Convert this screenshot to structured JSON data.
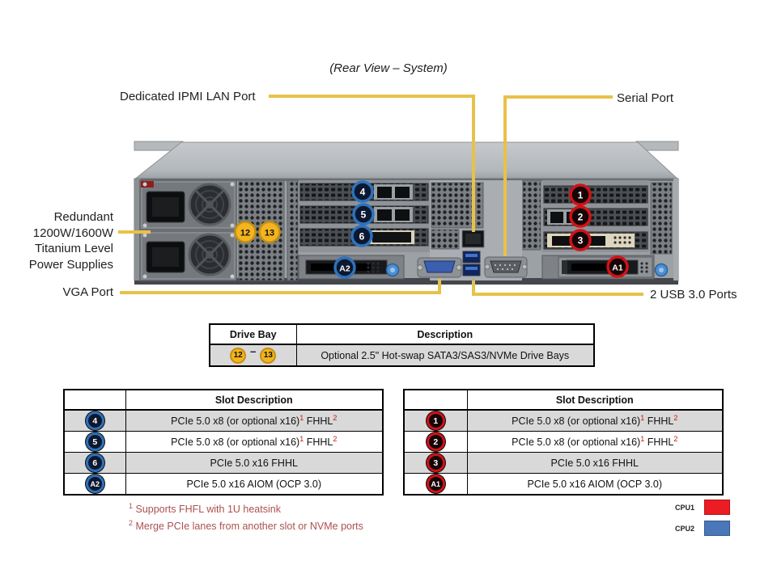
{
  "title": "(Rear View – System)",
  "labels": {
    "ipmi": "Dedicated IPMI LAN Port",
    "serial": "Serial Port",
    "psu_line1": "Redundant",
    "psu_line2": "1200W/1600W",
    "psu_line3": "Titanium Level",
    "psu_line4": "Power Supplies",
    "vga": "VGA Port",
    "usb": "2 USB 3.0 Ports"
  },
  "colors": {
    "callout_line": "#e7c24a",
    "badge_blue_ring": "#2e72ba",
    "badge_red_ring": "#cf1318",
    "badge_yellow_fill": "#f3b41f",
    "table_alt_row": "#d9d9d9",
    "footnote_text": "#ad5050",
    "cpu1": "#ec1c24",
    "cpu2": "#4a77ba"
  },
  "server_badges": {
    "slot4": "4",
    "slot5": "5",
    "slot6": "6",
    "slotA2": "A2",
    "slot1": "1",
    "slot2": "2",
    "slot3": "3",
    "slotA1": "A1",
    "bay12": "12",
    "bay13": "13"
  },
  "drive_bay_table": {
    "col1_header": "Drive Bay",
    "col2_header": "Description",
    "bay_from": "12",
    "bay_dash": "–",
    "bay_to": "13",
    "description": "Optional 2.5\" Hot-swap SATA3/SAS3/NVMe Drive Bays"
  },
  "left_table": {
    "header": "Slot Description",
    "rows": [
      {
        "slot": "4",
        "pre": "PCIe 5.0 x8 (or optional x16)",
        "sup1": "1",
        "mid": " FHHL",
        "sup2": "2"
      },
      {
        "slot": "5",
        "pre": "PCIe 5.0 x8 (or optional x16)",
        "sup1": "1",
        "mid": " FHHL",
        "sup2": "2"
      },
      {
        "slot": "6",
        "pre": "PCIe 5.0 x16 FHHL",
        "sup1": "",
        "mid": "",
        "sup2": ""
      },
      {
        "slot": "A2",
        "pre": "PCIe 5.0 x16 AIOM (OCP 3.0)",
        "sup1": "",
        "mid": "",
        "sup2": ""
      }
    ]
  },
  "right_table": {
    "header": "Slot Description",
    "rows": [
      {
        "slot": "1",
        "pre": "PCIe 5.0 x8 (or optional x16)",
        "sup1": "1",
        "mid": " FHHL",
        "sup2": "2"
      },
      {
        "slot": "2",
        "pre": "PCIe 5.0 x8 (or optional x16)",
        "sup1": "1",
        "mid": " FHHL",
        "sup2": "2"
      },
      {
        "slot": "3",
        "pre": "PCIe 5.0 x16 FHHL",
        "sup1": "",
        "mid": "",
        "sup2": ""
      },
      {
        "slot": "A1",
        "pre": "PCIe 5.0 x16 AIOM (OCP 3.0)",
        "sup1": "",
        "mid": "",
        "sup2": ""
      }
    ]
  },
  "footnotes": [
    {
      "sup": "1",
      "text": " Supports FHFL with 1U heatsink"
    },
    {
      "sup": "2",
      "text": " Merge PCIe lanes from another slot or NVMe ports"
    }
  ],
  "legend": [
    {
      "label": "CPU1",
      "color": "#ec1c24"
    },
    {
      "label": "CPU2",
      "color": "#4a77ba"
    }
  ]
}
